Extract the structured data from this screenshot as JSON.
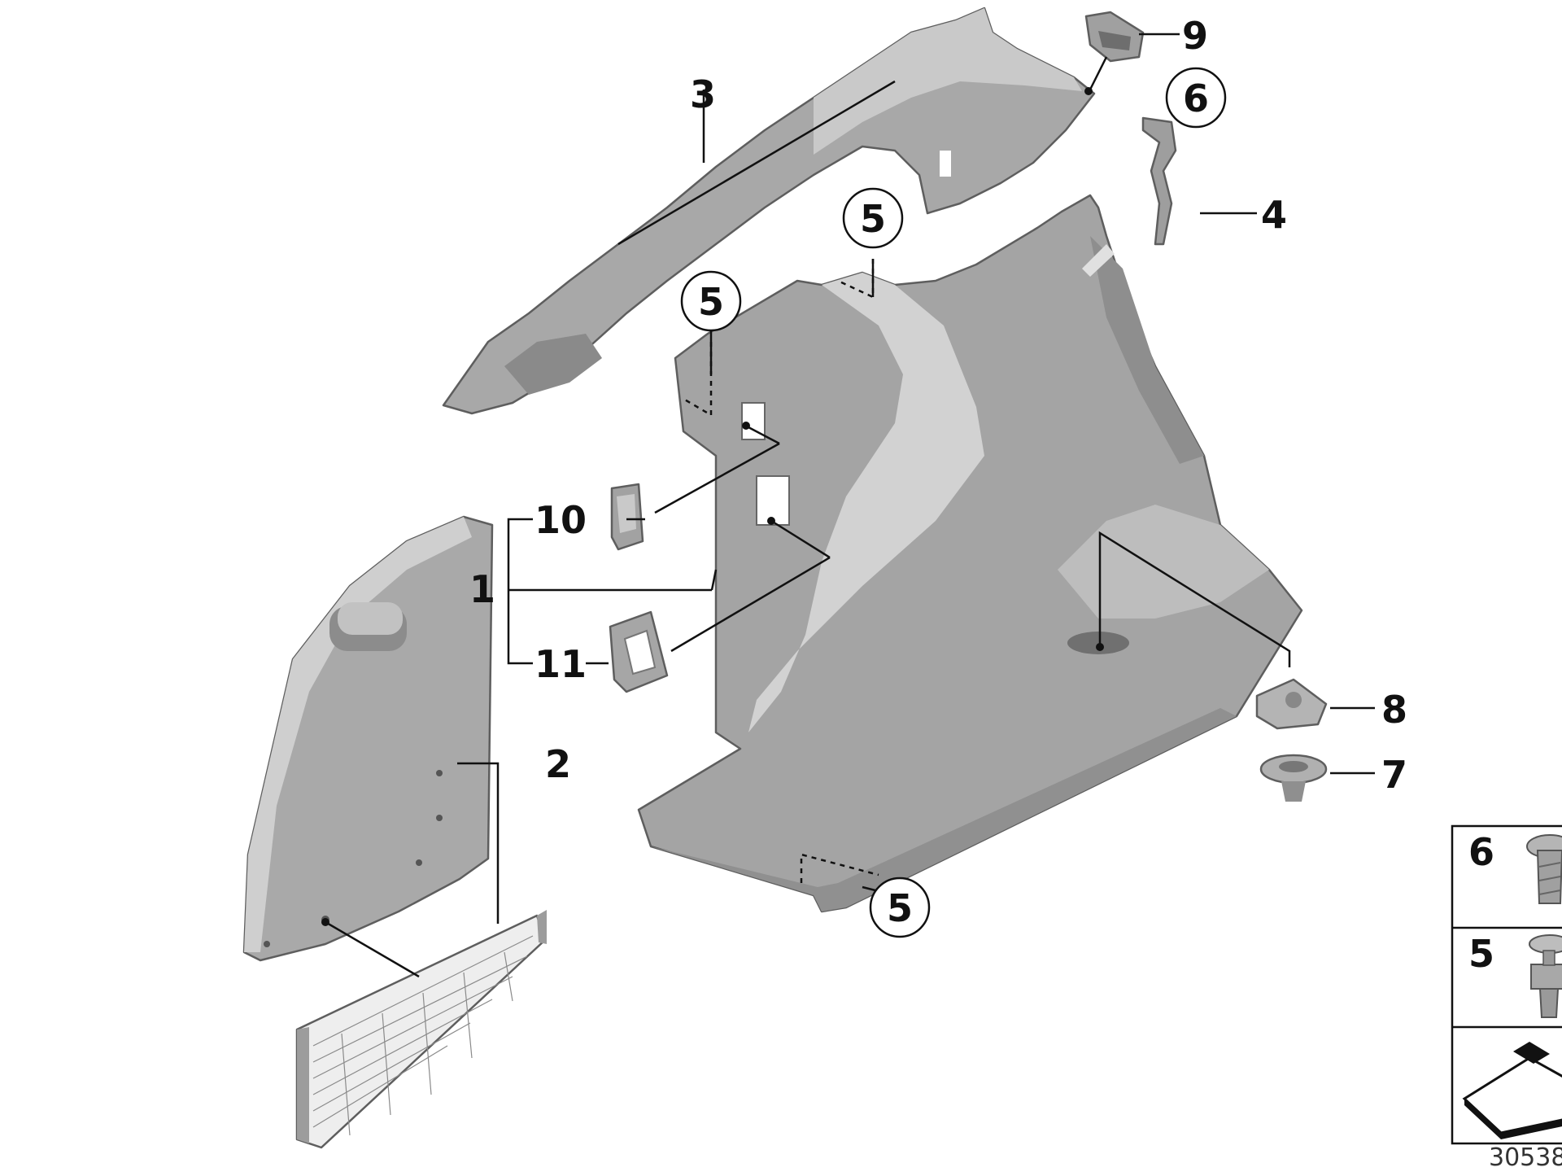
{
  "colors": {
    "part_fill": "#a6a6a6",
    "part_light": "#cdcdcd",
    "part_dark": "#7a7a7a",
    "line": "#111111"
  },
  "callouts": {
    "c1": "1",
    "c2": "2",
    "c3": "3",
    "c4": "4",
    "c5a": "5",
    "c5b": "5",
    "c5c": "5",
    "c6": "6",
    "c7": "7",
    "c8": "8",
    "c9": "9",
    "c10": "10",
    "c11": "11"
  },
  "legend": {
    "row1_num": "6",
    "row2_num": "5"
  },
  "diagram_id": "30538"
}
